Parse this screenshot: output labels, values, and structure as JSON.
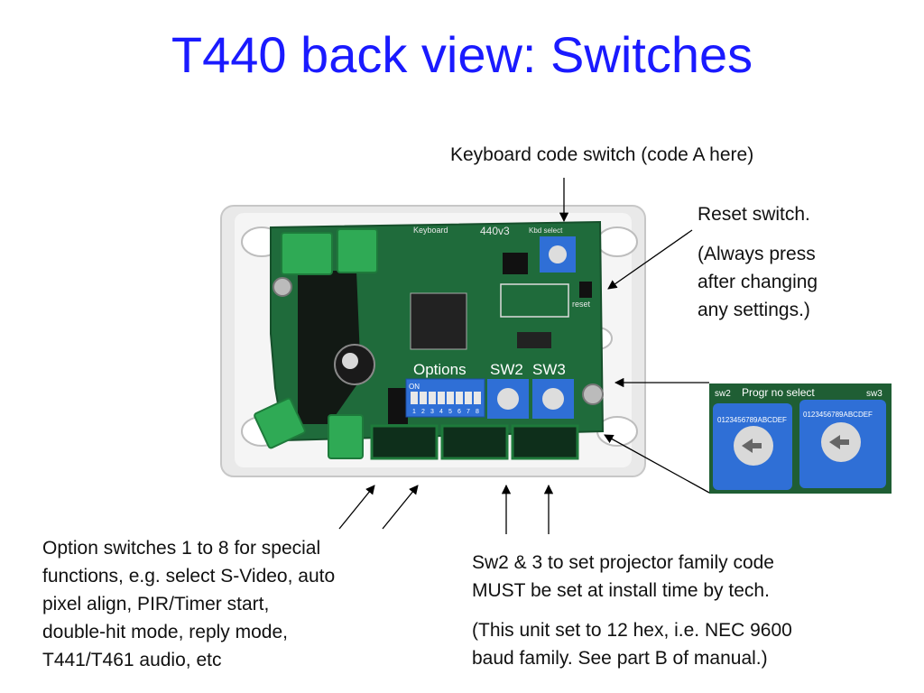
{
  "title": "T440 back view: Switches",
  "labels": {
    "keyboard_code": "Keyboard code switch (code A here)",
    "reset_title": "Reset switch.",
    "reset_note": [
      "(Always press",
      "after changing",
      "any settings.)"
    ],
    "options_desc": [
      "Option switches 1 to 8 for special",
      "functions, e.g. select S-Video, auto",
      "pixel align, PIR/Timer start,",
      "double-hit mode, reply mode,",
      "T441/T461 audio, etc"
    ],
    "sw23_desc": [
      "Sw2 & 3 to set projector family code",
      "MUST be set at install time by tech."
    ],
    "sw23_note": [
      "(This unit set to 12 hex, i.e. NEC 9600",
      "baud family. See part B of manual.)"
    ]
  },
  "board_labels": {
    "options": "Options",
    "sw2": "SW2",
    "sw3": "SW3",
    "keyboard": "Keyboard",
    "model": "440v3",
    "kbd_select": "Kbd select",
    "reset": "reset",
    "dip_on": "ON",
    "dip_numbers": [
      "1",
      "2",
      "3",
      "4",
      "5",
      "6",
      "7",
      "8"
    ]
  },
  "inset_labels": {
    "sw2": "sw2",
    "prog_select": "Progr no select",
    "sw3": "sw3",
    "dial_digits": "0123456789ABCDEF"
  },
  "colors": {
    "title": "#1a1aff",
    "pcb": "#1f6b3b",
    "rotary_switch": "#2f6fd6",
    "terminal_green": "#2faa55"
  }
}
